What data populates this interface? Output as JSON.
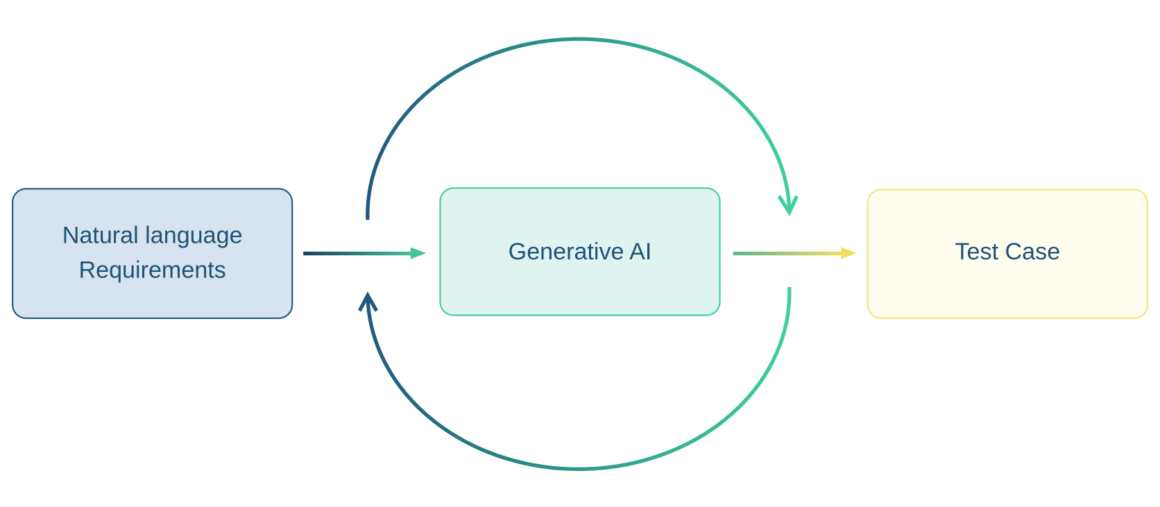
{
  "nodes": {
    "requirements": {
      "line1": "Natural language",
      "line2": "Requirements"
    },
    "generative_ai": {
      "label": "Generative AI"
    },
    "test_case": {
      "label": "Test Case"
    }
  },
  "colors": {
    "dark_blue": "#1f5a7e",
    "teal": "#3ecf9f",
    "yellow": "#f0df5e",
    "text": "#1f5278"
  }
}
